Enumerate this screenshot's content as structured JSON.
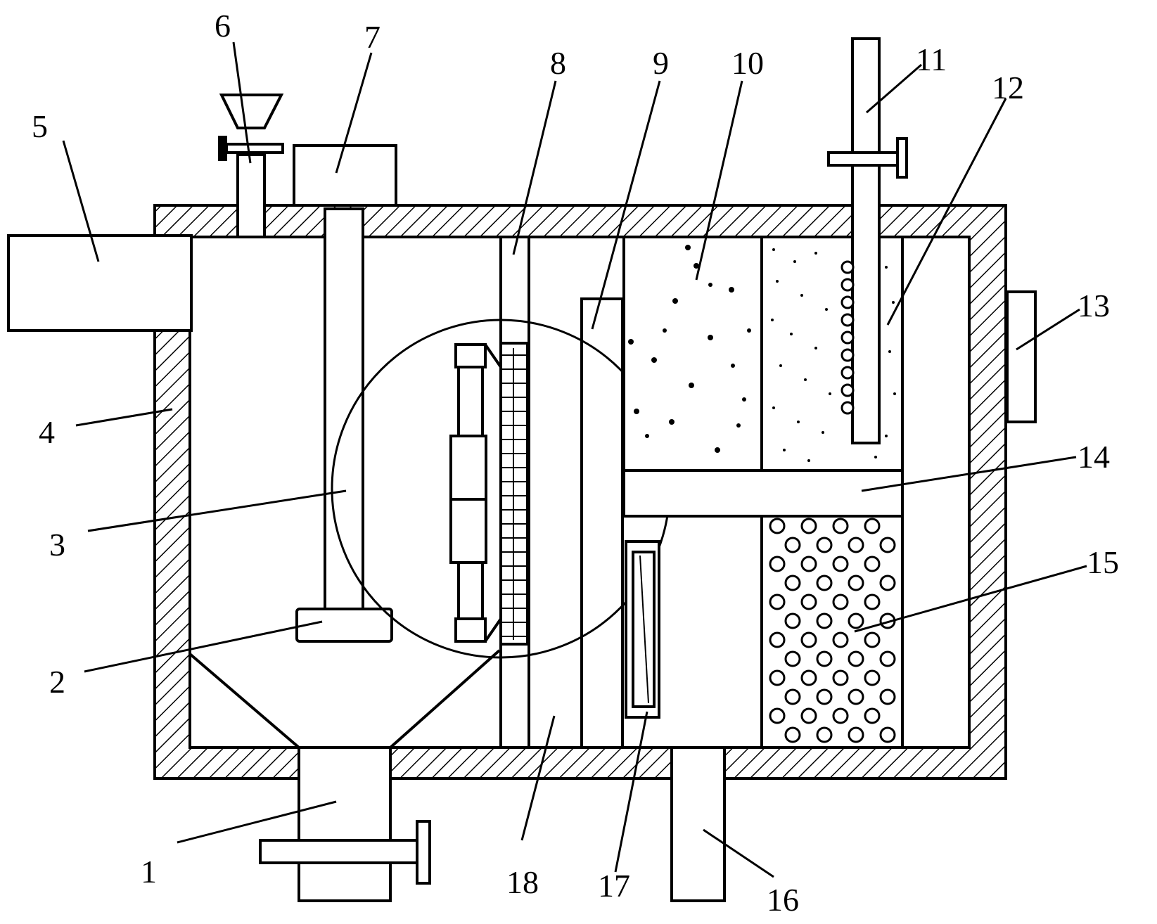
{
  "figure": {
    "labels": [
      "1",
      "2",
      "3",
      "4",
      "5",
      "6",
      "7",
      "8",
      "9",
      "10",
      "11",
      "12",
      "13",
      "14",
      "15",
      "16",
      "17",
      "18"
    ]
  },
  "colors": {
    "line": "#000000",
    "background": "#ffffff"
  }
}
